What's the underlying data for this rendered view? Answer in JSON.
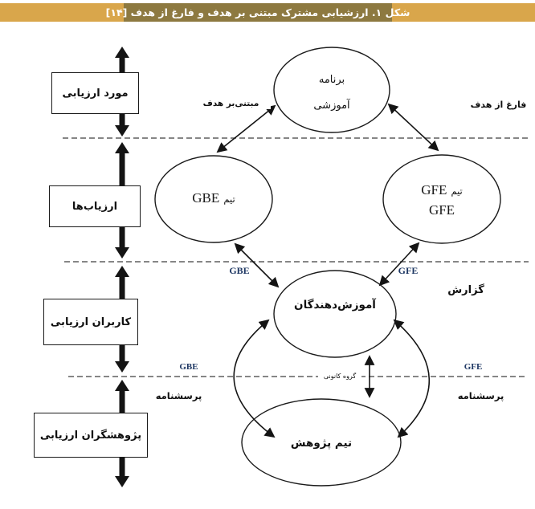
{
  "title": "شکل ۱. ارزشیابی مشترک مبتنی بر هدف و فارغ از هدف [۱۴]",
  "rows": [
    {
      "label": "مورد ارزیابی"
    },
    {
      "label": "ارزیاب‌ها"
    },
    {
      "label": "کاربران ارزیابی"
    },
    {
      "label": "پژوهشگران ارزیابی"
    }
  ],
  "nodes": {
    "program": {
      "line1": "برنامه",
      "line2": "آموزشی"
    },
    "gbe_team": {
      "persian": "تیم",
      "latin": "GBE"
    },
    "gfe_team": {
      "persian": "تیم",
      "latin": "GFE",
      "line2": "GFE"
    },
    "educators": {
      "label": "آموزش‌دهندگان"
    },
    "research_team": {
      "label": "تیم پژوهش"
    }
  },
  "labels": {
    "goal_based": "مبتنی‌بر هدف",
    "goal_free": "فارغ از هدف",
    "gbe_mid": "GBE",
    "gfe_mid": "GFE",
    "report": "گزارش",
    "gbe_bottom": "GBE",
    "gfe_bottom": "GFE",
    "questionnaire_left": "پرسشنامه",
    "questionnaire_right": "پرسشنامه",
    "focus_group": "گروه کانونی"
  },
  "colors": {
    "gold": "#d9a64b",
    "title_band": "#8d7940",
    "navy_label": "#1f3864",
    "line": "#141414"
  }
}
